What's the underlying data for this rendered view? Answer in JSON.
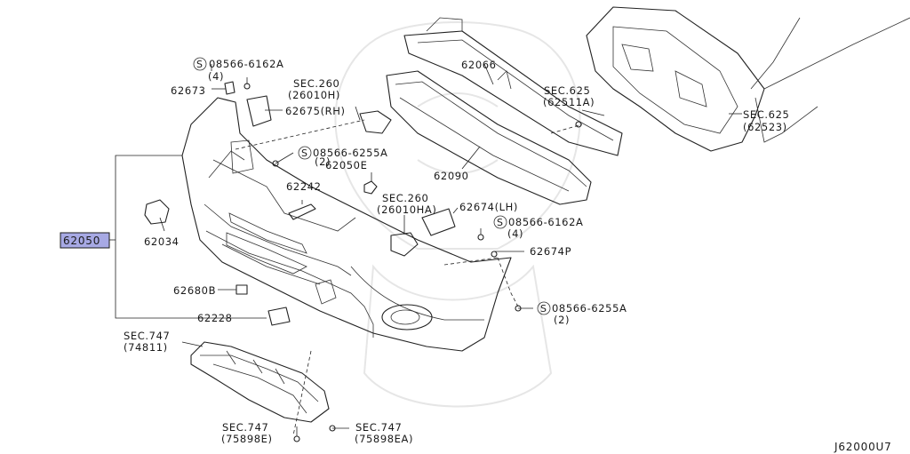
{
  "diagram_code": "J62000U7",
  "highlighted_part": "62050",
  "callouts": {
    "screw_08566_6162A_top": "08566-6162A",
    "qty_top": "(4)",
    "p62673": "62673",
    "sec260_rh_title": "SEC.260",
    "sec260_rh_code": "(26010H)",
    "p62675_rh": "62675(RH)",
    "p62066": "62066",
    "sec625_top_title": "SEC.625",
    "sec625_top_code": "(62511A)",
    "sec625_right_title": "SEC.625",
    "sec625_right_code": "(62523)",
    "screw_08566_6255A_mid": "08566-6255A",
    "qty_mid": "(2)",
    "p62050E": "62050E",
    "p62090": "62090",
    "p62242": "62242",
    "sec260_ha_title": "SEC.260",
    "sec260_ha_code": "(26010HA)",
    "p62674_lh": "62674(LH)",
    "screw_08566_6162A_lower": "08566-6162A",
    "qty_lower": "(4)",
    "p62674P": "62674P",
    "p62050": "62050",
    "p62034": "62034",
    "p62680B": "62680B",
    "p62228": "62228",
    "screw_08566_6255A_lower": "08566-6255A",
    "qty_lower2": "(2)",
    "sec747_top_title": "SEC.747",
    "sec747_top_code": "(74811)",
    "sec747_bl_title": "SEC.747",
    "sec747_bl_code": "(75898E)",
    "sec747_br_title": "SEC.747",
    "sec747_br_code": "(75898EA)",
    "screw_symbol": "S"
  },
  "icons": [
    "screw-icon",
    "clip-icon",
    "bolt-icon"
  ],
  "colors": {
    "highlight": "#a7a9e4",
    "line": "#222222"
  }
}
